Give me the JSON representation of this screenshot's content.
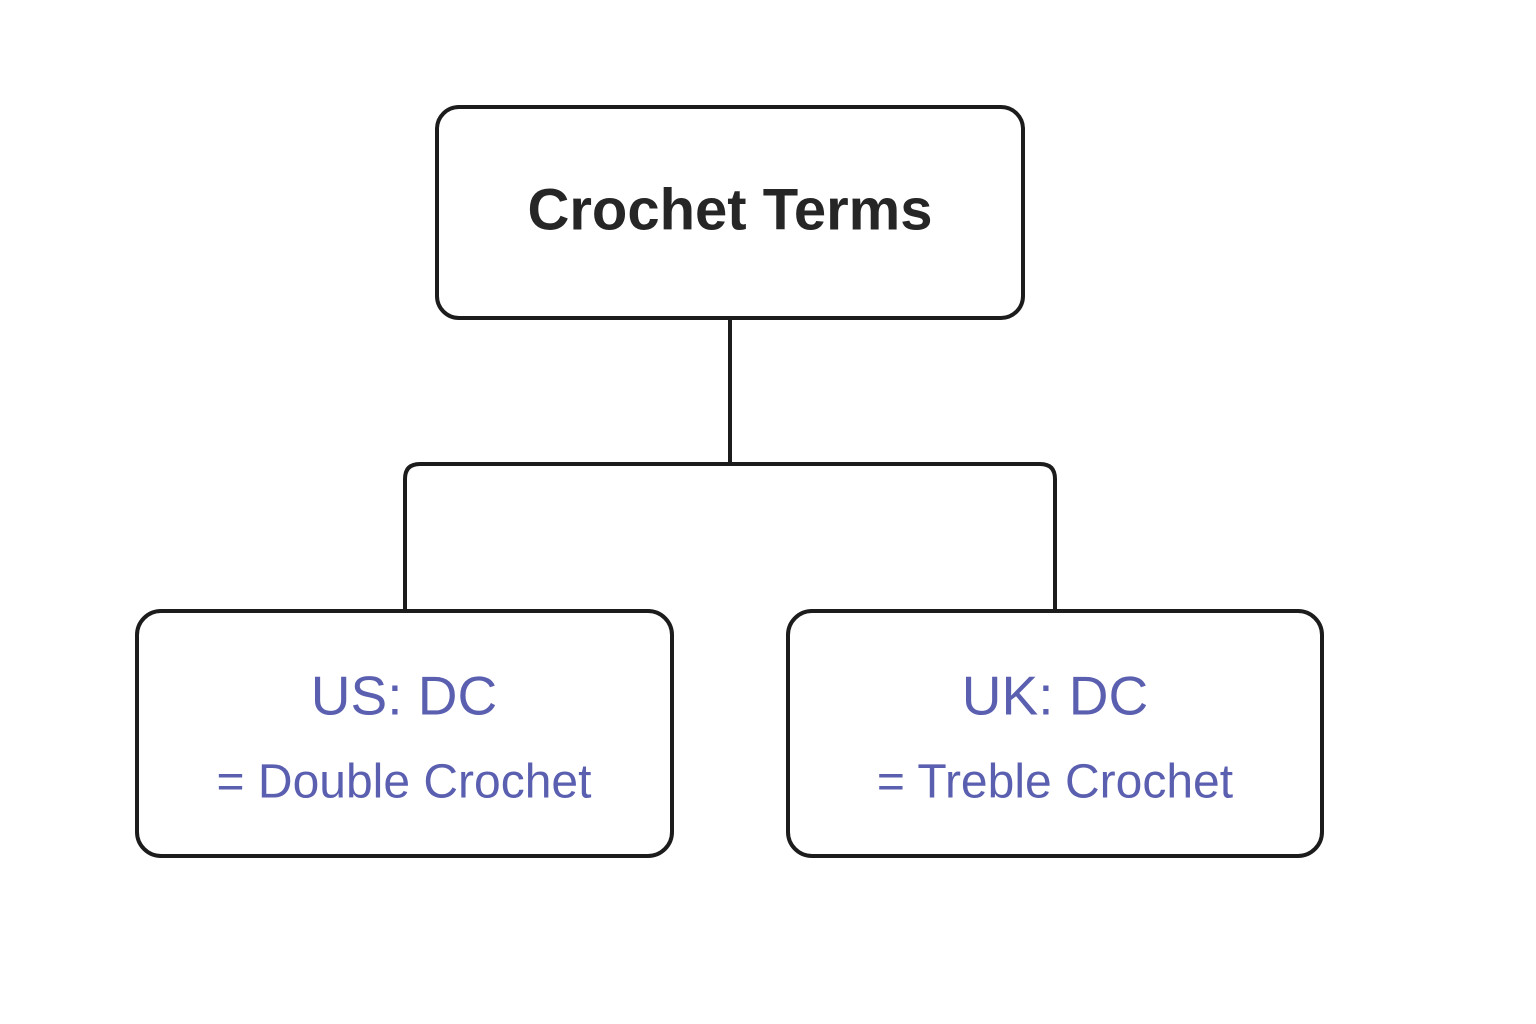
{
  "diagram": {
    "type": "tree",
    "title": "Crochet Terms",
    "background_color": "#ffffff",
    "node_border_color": "#1c1c1c",
    "connector_color": "#1c1c1c",
    "root": {
      "label": "Crochet Terms",
      "text_color": "#262626"
    },
    "children": [
      {
        "id": "us",
        "line1": "US: DC",
        "line2": "= Double Crochet",
        "text_color": "#5b5fb0"
      },
      {
        "id": "uk",
        "line1": "UK: DC",
        "line2": "= Treble Crochet",
        "text_color": "#5b5fb0"
      }
    ]
  }
}
